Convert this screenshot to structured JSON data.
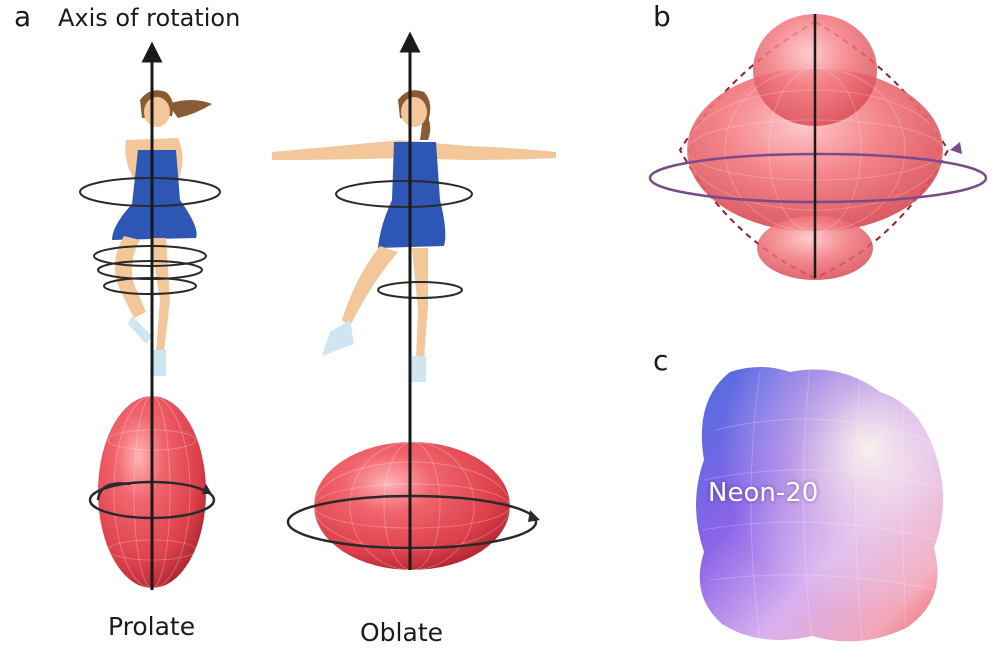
{
  "panels": {
    "a": {
      "letter": "a",
      "axis_title": "Axis of rotation",
      "prolate_label": "Prolate",
      "oblate_label": "Oblate"
    },
    "b": {
      "letter": "b"
    },
    "c": {
      "letter": "c",
      "nucleus_label": "Neon-20"
    }
  },
  "colors": {
    "nucleus_red": "#e8505b",
    "dress_blue": "#2e56b5",
    "skin": "#f3c79a",
    "hair": "#8a5a35",
    "axis": "#1a1a1a",
    "dashed_outline": "#9a1c2a",
    "ring_purple": "#7a4a8a"
  },
  "icons": {
    "skater_prolate": "figure-skater-spinning-arms-folded",
    "skater_oblate": "figure-skater-spinning-arms-extended",
    "rotation_arrows": "curved-rotation-arrow"
  }
}
